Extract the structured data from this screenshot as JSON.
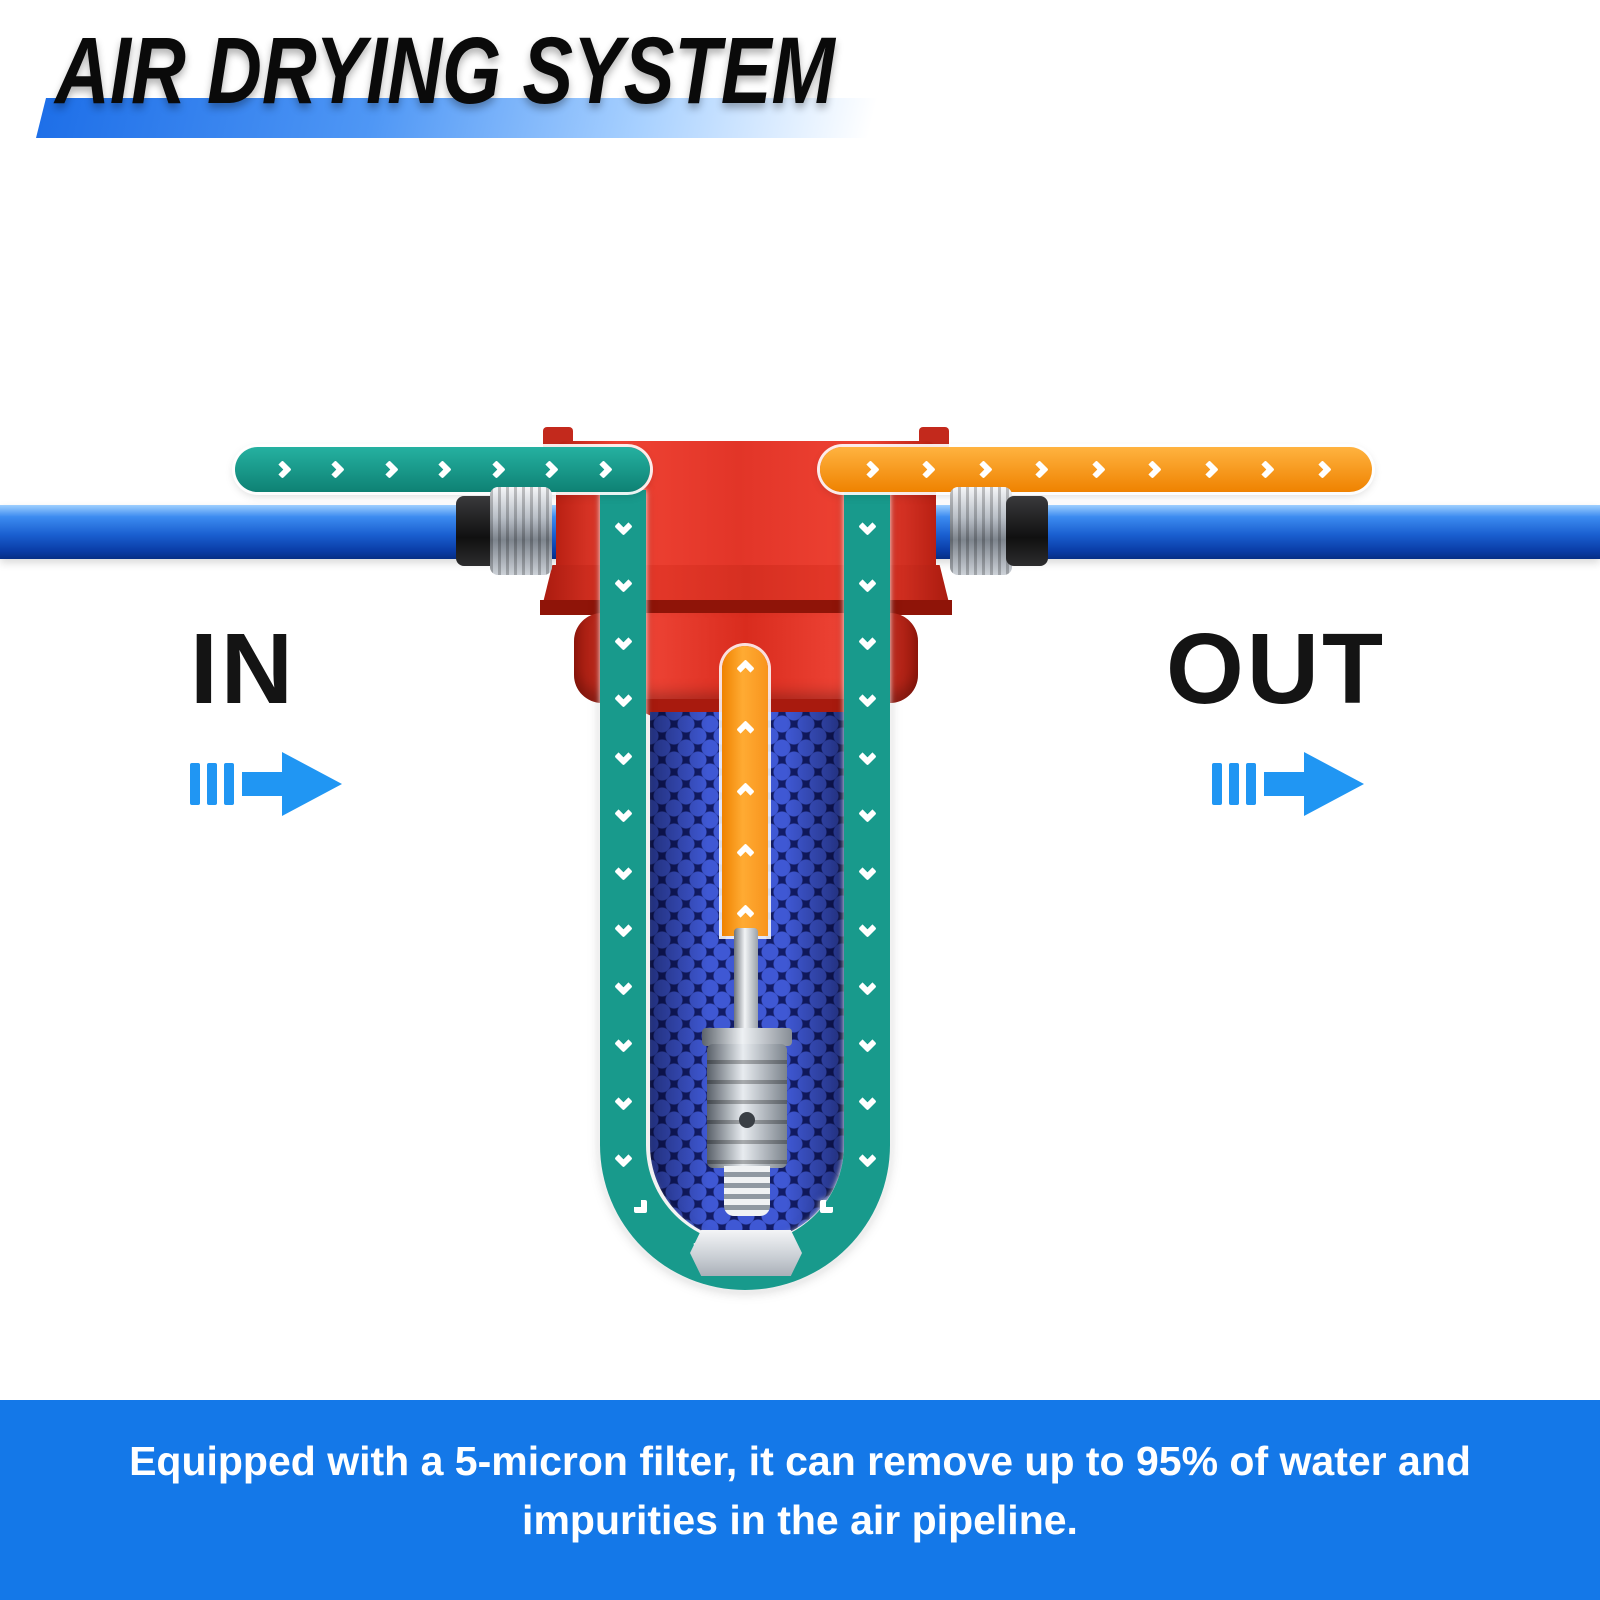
{
  "title": "AIR DRYING SYSTEM",
  "labels": {
    "in": "IN",
    "out": "OUT"
  },
  "banner": {
    "text": "Equipped with a 5-micron filter, it can remove up to 95% of water and impurities in the air pipeline."
  },
  "colors": {
    "accent_blue": "#2096f3",
    "pipe_blue": "#1a5fd0",
    "inlet_teal": "#189a8c",
    "outlet_orange": "#f8941d",
    "housing_red": "#e23528",
    "bead_blue": "#121c66",
    "banner_blue": "#1478e8"
  }
}
